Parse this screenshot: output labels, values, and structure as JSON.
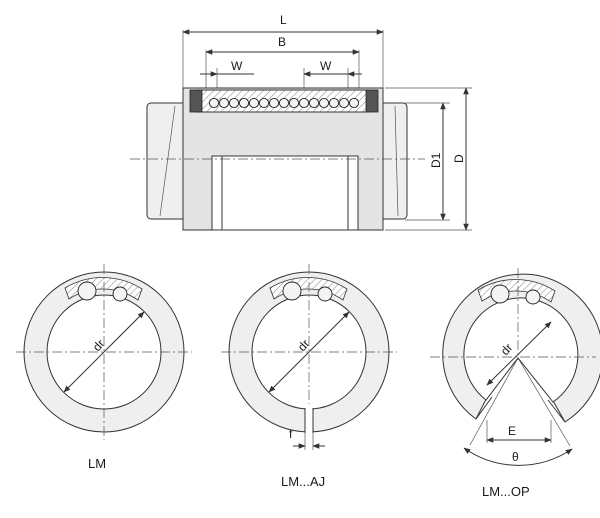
{
  "side_view": {
    "labels": {
      "L": "L",
      "B": "B",
      "W_left": "W",
      "W_right": "W",
      "D1": "D1",
      "D": "D"
    }
  },
  "sections": [
    {
      "caption": "LM",
      "bore_label": "dr"
    },
    {
      "caption": "LM...AJ",
      "bore_label": "dr",
      "gap_label": "f"
    },
    {
      "caption": "LM...OP",
      "bore_label": "dr",
      "opening_label": "E",
      "angle_label": "θ"
    }
  ]
}
